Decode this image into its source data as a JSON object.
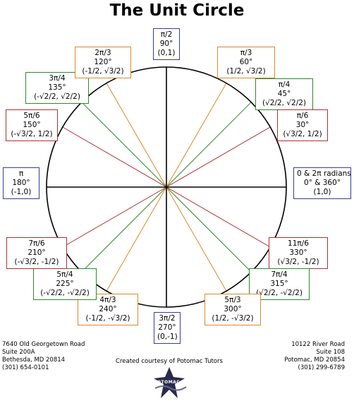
{
  "title": "The Unit Circle",
  "colors": {
    "axis": "#000000",
    "pi2": "#3a3aa0",
    "pi3": "#d98a2a",
    "pi4": "#2a8a2a",
    "pi6": "#b03030"
  },
  "labels": [
    {
      "id": "90",
      "lines": [
        "π/2",
        "90°",
        "(0,1)"
      ],
      "color": "pi2"
    },
    {
      "id": "60",
      "lines": [
        "π/3",
        "60°",
        "(1/2, √3/2)"
      ],
      "color": "pi3"
    },
    {
      "id": "45",
      "lines": [
        "π/4",
        "45°",
        "(√2/2, √2/2)"
      ],
      "color": "pi4"
    },
    {
      "id": "30",
      "lines": [
        "π/6",
        "30°",
        "(√3/2, 1/2)"
      ],
      "color": "pi6"
    },
    {
      "id": "0",
      "lines": [
        "0 & 2π radians",
        "0° & 360°",
        "(1,0)"
      ],
      "color": "pi2"
    },
    {
      "id": "330",
      "lines": [
        "11π/6",
        "330°",
        "(√3/2, -1/2)"
      ],
      "color": "pi6"
    },
    {
      "id": "315",
      "lines": [
        "7π/4",
        "315°",
        "(√2/2, -√2/2)"
      ],
      "color": "pi4"
    },
    {
      "id": "300",
      "lines": [
        "5π/3",
        "300°",
        "(1/2, -√3/2)"
      ],
      "color": "pi3"
    },
    {
      "id": "270",
      "lines": [
        "3π/2",
        "270°",
        "(0,-1)"
      ],
      "color": "pi2"
    },
    {
      "id": "240",
      "lines": [
        "4π/3",
        "240°",
        "(-1/2, -√3/2)"
      ],
      "color": "pi3"
    },
    {
      "id": "225",
      "lines": [
        "5π/4",
        "225°",
        "(-√2/2, -√2/2)"
      ],
      "color": "pi4"
    },
    {
      "id": "210",
      "lines": [
        "7π/6",
        "210°",
        "(-√3/2, -1/2)"
      ],
      "color": "pi6"
    },
    {
      "id": "180",
      "lines": [
        "π",
        "180°",
        "(-1,0)"
      ],
      "color": "pi2"
    },
    {
      "id": "150",
      "lines": [
        "5π/6",
        "150°",
        "(-√3/2, 1/2)"
      ],
      "color": "pi6"
    },
    {
      "id": "135",
      "lines": [
        "3π/4",
        "135°",
        "(-√2/2, √2/2)"
      ],
      "color": "pi4"
    },
    {
      "id": "120",
      "lines": [
        "2π/3",
        "120°",
        "(-1/2, √3/2)"
      ],
      "color": "pi3"
    }
  ],
  "spokes": [
    {
      "deg": 30,
      "color": "pi6"
    },
    {
      "deg": 45,
      "color": "pi4"
    },
    {
      "deg": 60,
      "color": "pi3"
    },
    {
      "deg": 120,
      "color": "pi3"
    },
    {
      "deg": 135,
      "color": "pi4"
    },
    {
      "deg": 150,
      "color": "pi6"
    },
    {
      "deg": 210,
      "color": "pi6"
    },
    {
      "deg": 225,
      "color": "pi4"
    },
    {
      "deg": 240,
      "color": "pi3"
    },
    {
      "deg": 300,
      "color": "pi3"
    },
    {
      "deg": 315,
      "color": "pi4"
    },
    {
      "deg": 330,
      "color": "pi6"
    }
  ],
  "address_left": [
    "7640 Old Georgetown Road",
    "Suite 200A",
    "Bethesda, MD 20814",
    "(301) 654-0101"
  ],
  "address_right": [
    "10122 River Road",
    "Suite 108",
    "Potomac, MD 20854",
    "(301) 299-6789"
  ],
  "courtesy": "Created courtesy of Potomac Tutors",
  "logo_text": "POTOMAC"
}
